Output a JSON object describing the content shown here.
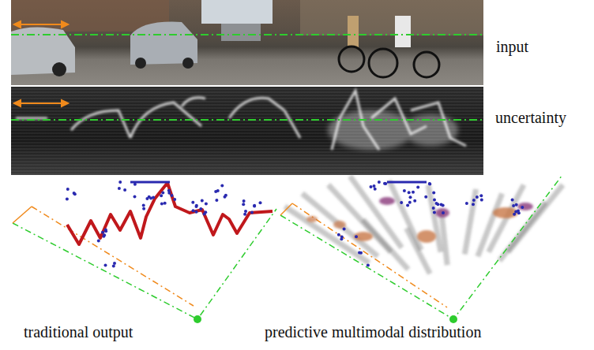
{
  "diagram": {
    "labels": [
      "input",
      "uncertainty",
      "traditional output",
      "predictive multimodal distribution"
    ]
  }
}
